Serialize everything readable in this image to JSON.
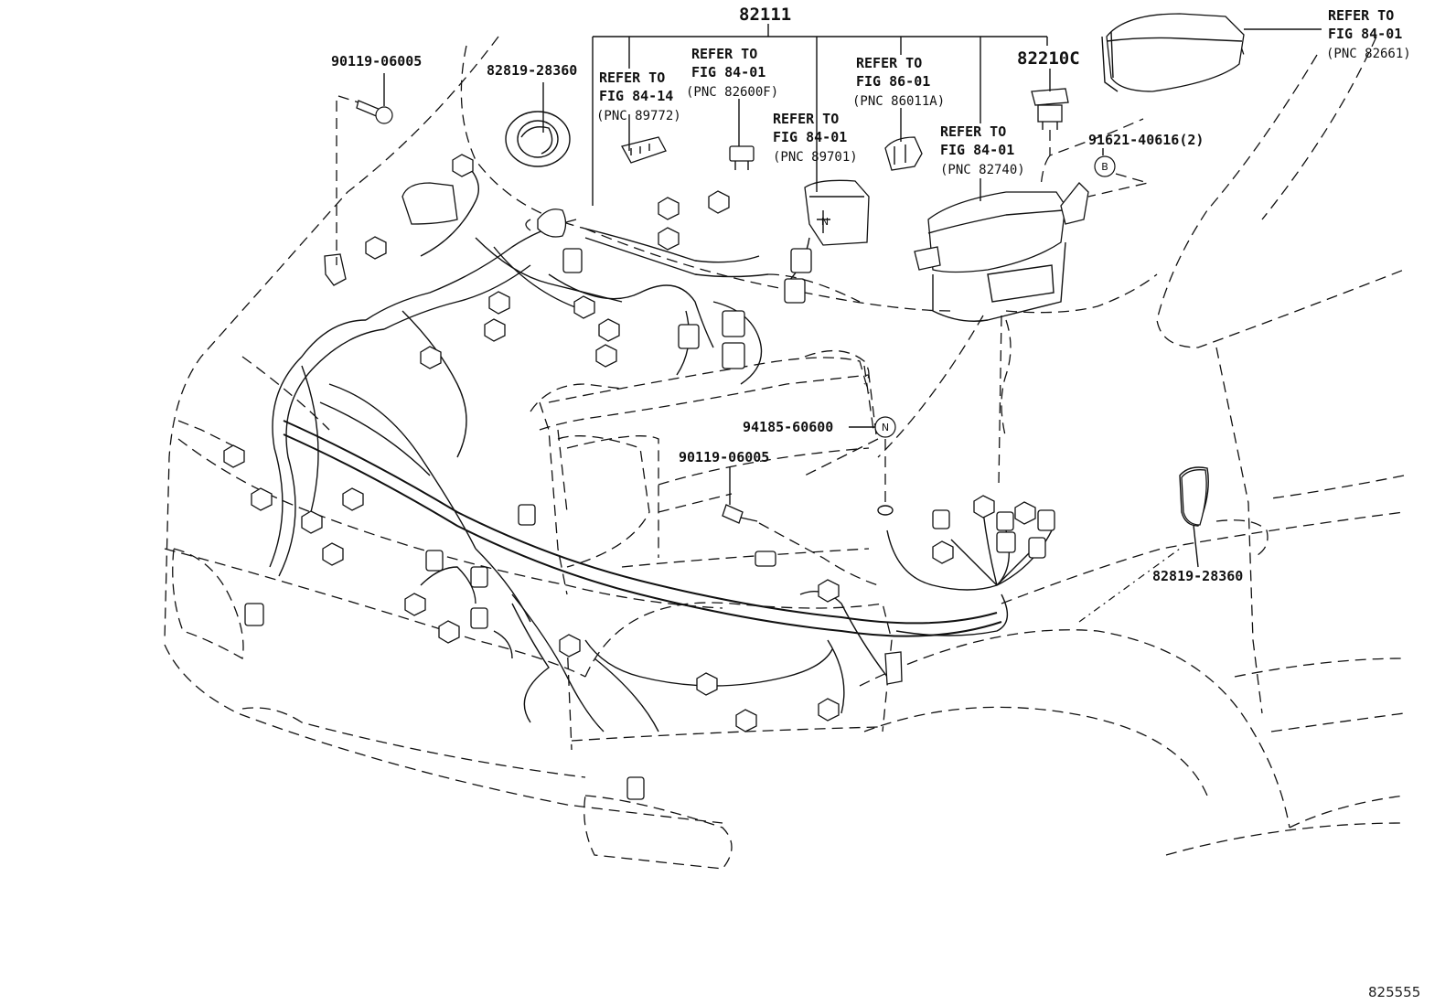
{
  "diagram": {
    "main_part": "82111",
    "parts": {
      "bolt_top": "90119-06005",
      "grommet_top": "82819-28360",
      "relay_block": "82210C",
      "bolt_mid": "94185-60600",
      "bolt_low": "90119-06005",
      "grommet_right": "82819-28360",
      "clip_b": "91621-40616(2)"
    },
    "refs": {
      "ref_89772": {
        "l1": "REFER TO",
        "l2": "FIG 84-14",
        "l3": "(PNC 89772)"
      },
      "ref_82600f": {
        "l1": "REFER TO",
        "l2": "FIG 84-01",
        "l3": "(PNC 82600F)"
      },
      "ref_89701": {
        "l1": "REFER TO",
        "l2": "FIG 84-01",
        "l3": "(PNC 89701)"
      },
      "ref_86011a": {
        "l1": "REFER TO",
        "l2": "FIG 86-01",
        "l3": "(PNC 86011A)"
      },
      "ref_82740": {
        "l1": "REFER TO",
        "l2": "FIG 84-01",
        "l3": "(PNC 82740)"
      },
      "ref_82661": {
        "l1": "REFER TO",
        "l2": "FIG 84-01",
        "l3": "(PNC 82661)"
      }
    },
    "callout_b": "B",
    "callout_n": "N",
    "illustration_code": "825555"
  }
}
